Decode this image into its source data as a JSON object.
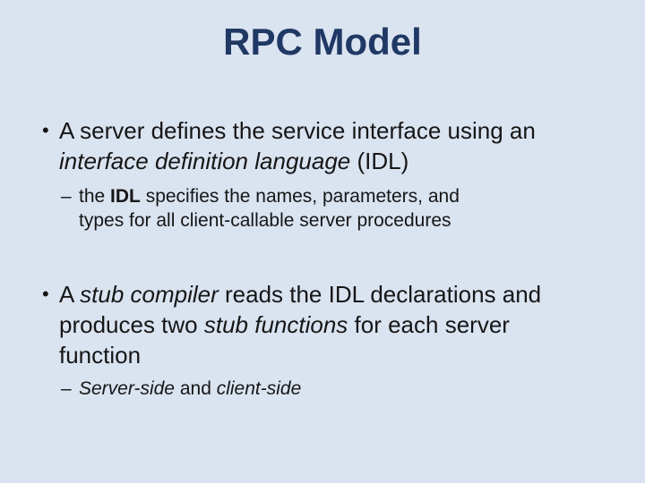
{
  "slide": {
    "title": "RPC Model",
    "colors": {
      "background": "#dae3f0",
      "title": "#1f3864",
      "body": "#161616"
    },
    "bullets": [
      {
        "level": 1,
        "glyph": "•",
        "runs": [
          {
            "text": "A server defines the service interface using an\n",
            "style": "regular"
          },
          {
            "text": "interface definition language",
            "style": "italic"
          },
          {
            "text": " (IDL)",
            "style": "regular"
          }
        ]
      },
      {
        "level": 2,
        "glyph": "–",
        "runs": [
          {
            "text": "the ",
            "style": "regular"
          },
          {
            "text": "IDL",
            "style": "bold"
          },
          {
            "text": " specifies the names, parameters, and\ntypes for all client-callable server procedures",
            "style": "regular"
          }
        ]
      },
      {
        "level": 1,
        "glyph": "•",
        "runs": [
          {
            "text": "A ",
            "style": "regular"
          },
          {
            "text": "stub compiler",
            "style": "italic"
          },
          {
            "text": " reads the IDL declarations and\nproduces two ",
            "style": "regular"
          },
          {
            "text": "stub functions",
            "style": "italic"
          },
          {
            "text": " for each server\nfunction",
            "style": "regular"
          }
        ]
      },
      {
        "level": 2,
        "glyph": "–",
        "runs": [
          {
            "text": "Server-side",
            "style": "italic"
          },
          {
            "text": " and ",
            "style": "regular"
          },
          {
            "text": "client-side",
            "style": "italic"
          }
        ]
      }
    ]
  }
}
